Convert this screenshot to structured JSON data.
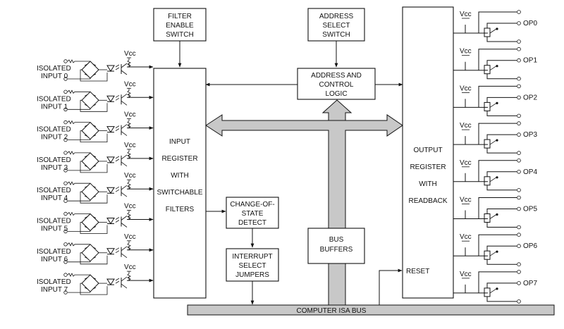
{
  "blocks": {
    "filter_switch": [
      "FILTER",
      "ENABLE",
      "SWITCH"
    ],
    "address_switch": [
      "ADDRESS",
      "SELECT",
      "SWITCH"
    ],
    "address_logic": [
      "ADDRESS AND",
      "CONTROL",
      "LOGIC"
    ],
    "input_register": [
      "INPUT",
      "REGISTER",
      "WITH",
      "SWITCHABLE",
      "FILTERS"
    ],
    "change_detect": [
      "CHANGE-OF-",
      "STATE",
      "DETECT"
    ],
    "interrupt_jumpers": [
      "INTERRUPT",
      "SELECT",
      "JUMPERS"
    ],
    "bus_buffers": [
      "BUS",
      "BUFFERS"
    ],
    "output_register": [
      "OUTPUT",
      "REGISTER",
      "WITH",
      "READBACK"
    ],
    "reset": "RESET"
  },
  "isa_bus_label": "COMPUTER ISA BUS",
  "vcc_label": "Vcc",
  "inputs": [
    [
      "ISOLATED",
      "INPUT 0"
    ],
    [
      "ISOLATED",
      "INPUT 1"
    ],
    [
      "ISOLATED",
      "INPUT 2"
    ],
    [
      "ISOLATED",
      "INPUT 3"
    ],
    [
      "ISOLATED",
      "INPUT 4"
    ],
    [
      "ISOLATED",
      "INPUT 5"
    ],
    [
      "ISOLATED",
      "INPUT 6"
    ],
    [
      "ISOLATED",
      "INPUT 7"
    ]
  ],
  "outputs": [
    "OP0",
    "OP1",
    "OP2",
    "OP3",
    "OP4",
    "OP5",
    "OP6",
    "OP7"
  ]
}
